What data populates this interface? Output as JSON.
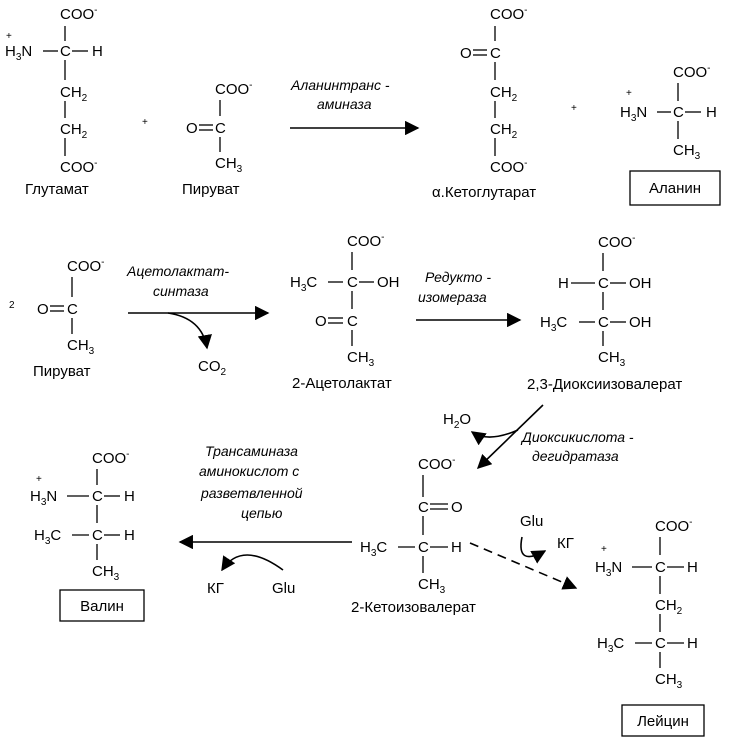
{
  "molecules": {
    "glutamate": {
      "name": "Глутамат",
      "coo_top": "COO",
      "coo_bottom": "COO",
      "ch2": "CH",
      "ch2_sub": "2",
      "n": "N",
      "h3": "H",
      "h3_sub": "3",
      "c": "C",
      "h": "H"
    },
    "pyruvate1": {
      "name": "Пируват",
      "coo": "COO",
      "o": "O",
      "c": "C",
      "ch3": "CH",
      "ch3_sub": "3"
    },
    "ketoglutarate": {
      "name": "α.Кетоглутарат",
      "coo_top": "COO",
      "coo_bottom": "COO",
      "o": "O",
      "c": "C",
      "ch2": "CH",
      "ch2_sub": "2"
    },
    "alanine": {
      "name": "Аланин",
      "coo": "COO",
      "h3": "H",
      "h3_sub": "3",
      "n": "N",
      "c": "C",
      "h": "H",
      "ch3": "CH",
      "ch3_sub": "3"
    },
    "pyruvate2": {
      "name": "Пируват",
      "coefficient": "2",
      "coo": "COO",
      "o": "O",
      "c": "C",
      "ch3": "CH",
      "ch3_sub": "3"
    },
    "acetolactate": {
      "name": "2-Ацетолактат",
      "coo": "COO",
      "h3c": "H",
      "h3c_sub": "3",
      "c": "C",
      "oh": "OH",
      "o": "O",
      "ch3": "CH",
      "ch3_sub": "3"
    },
    "dioxyisovalerate": {
      "name": "2,3-Диоксиизовалерат",
      "coo": "COO",
      "h": "H",
      "c": "C",
      "oh": "OH",
      "h3c": "H",
      "h3c_sub": "3",
      "ch3": "CH",
      "ch3_sub": "3"
    },
    "ketoisovalerate": {
      "name": "2-Кетоизовалерат",
      "coo": "COO",
      "o": "O",
      "c": "C",
      "h3c": "H",
      "h3c_sub": "3",
      "h": "H",
      "ch3": "CH",
      "ch3_sub": "3"
    },
    "valine": {
      "name": "Валин",
      "coo": "COO",
      "h3": "H",
      "h3_sub": "3",
      "n": "N",
      "c": "C",
      "h": "H",
      "h3c": "H",
      "h3c_sub": "3",
      "ch3": "CH",
      "ch3_sub": "3"
    },
    "leucine": {
      "name": "Лейцин",
      "coo": "COO",
      "h3": "H",
      "h3_sub": "3",
      "n": "N",
      "c": "C",
      "h": "H",
      "ch2": "CH",
      "ch2_sub": "2",
      "h3c": "H",
      "h3c_sub": "3",
      "ch3": "CH",
      "ch3_sub": "3"
    }
  },
  "enzymes": {
    "alanine_transaminase": [
      "Аланинтранс -",
      "аминаза"
    ],
    "acetolactate_synthase": [
      "Ацетолактат-",
      "синтаза"
    ],
    "reductoisomerase": [
      "Редукто -",
      "изомераза"
    ],
    "dihydroxyacid_dehydratase": [
      "Диоксикислота -",
      "дегидратаза"
    ],
    "bcaa_transaminase": [
      "Трансаминаза",
      "аминокислот с",
      "разветвленной",
      "цепью"
    ]
  },
  "byproducts": {
    "co2": "CO",
    "co2_sub": "2",
    "h2o": "H",
    "h2o_sub": "2",
    "h2o_o": "O",
    "glu_leucine": "Glu",
    "kg_leucine": "КГ",
    "glu_valine": "Glu",
    "kg_valine": "КГ"
  },
  "symbols": {
    "plus": "+",
    "minus": "-",
    "charge_plus": "+"
  }
}
